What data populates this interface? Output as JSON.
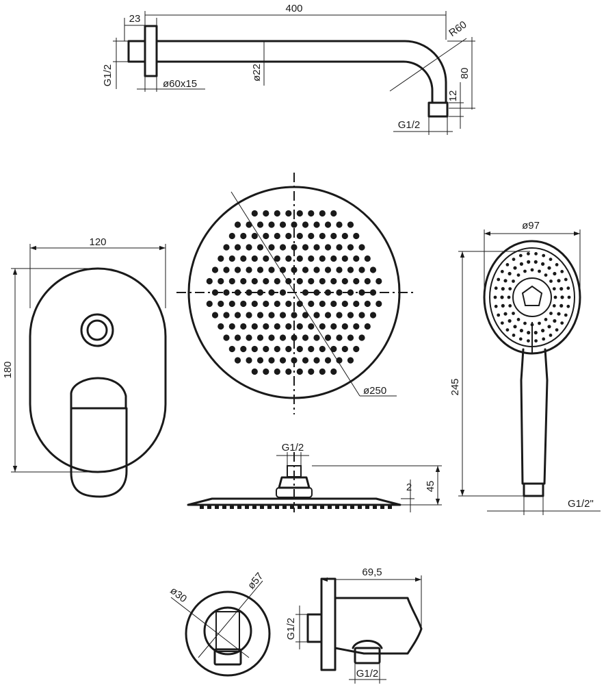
{
  "shower_arm": {
    "length_label": "400",
    "flange_depth_label": "23",
    "flange_label": "ø60x15",
    "tube_diameter_label": "ø22",
    "bend_radius_label": "R60",
    "drop_label": "80",
    "outlet_length_label": "12",
    "inlet_thread_label": "G1/2",
    "outlet_thread_label": "G1/2"
  },
  "mixer_plate": {
    "width_label": "120",
    "height_label": "180"
  },
  "rain_head": {
    "diameter_label": "ø250",
    "thread_label": "G1/2",
    "thickness_label": "2",
    "height_label": "45"
  },
  "hand_shower": {
    "head_diameter_label": "ø97",
    "length_label": "245",
    "thread_label": "G1/2\""
  },
  "wall_outlet": {
    "outer_diameter_label": "ø57",
    "inner_diameter_label": "ø30",
    "depth_label": "69,5",
    "inlet_thread_label": "G1/2",
    "outlet_thread_label": "G1/2"
  }
}
